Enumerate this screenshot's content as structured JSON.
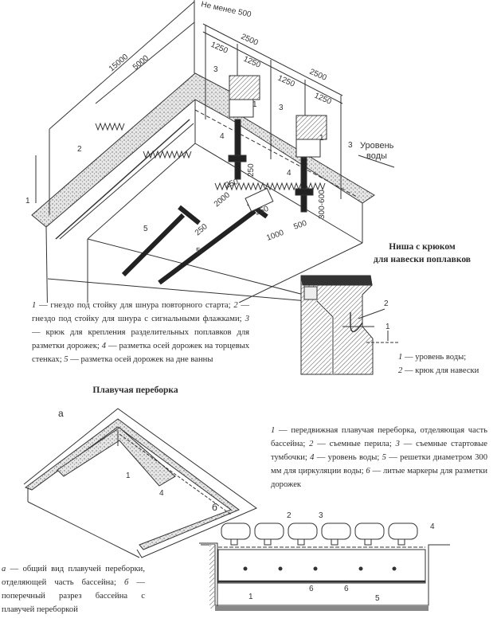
{
  "pool_drawing": {
    "dimensions": [
      "Не менее 500",
      "2500",
      "1250",
      "1250",
      "2500",
      "1250",
      "1250",
      "15000",
      "5000",
      "250",
      "250",
      "2000",
      "250",
      "1000",
      "250",
      "500",
      "300-600"
    ],
    "water_level_label": [
      "Уровень",
      "воды"
    ],
    "callouts": [
      "1",
      "2",
      "3",
      "3",
      "3",
      "4",
      "4",
      "5",
      "5",
      "1",
      "1"
    ]
  },
  "pool_caption": [
    {
      "n": "1",
      "t": " — гнездо под стойку для шнура повторного старта; "
    },
    {
      "n": "2",
      "t": " — гнездо под стойку для шнура с сигнальными флажками; "
    },
    {
      "n": "3",
      "t": " — крюк для крепления разделительных поплавков для разметки дорожек; "
    },
    {
      "n": "4",
      "t": " — разметка осей дорожек на торцевых стенках; "
    },
    {
      "n": "5",
      "t": " — разметка осей дорожек на дне ванны"
    }
  ],
  "niche": {
    "title_1": "Ниша с крюком",
    "title_2": "для навески поплавков",
    "callouts": [
      "2",
      "1"
    ],
    "caption": [
      {
        "n": "1",
        "t": " — уровень воды;"
      },
      {
        "n": "2",
        "t": " — крюк для навески"
      }
    ]
  },
  "partition": {
    "title": "Плавучая переборка",
    "label_a": "а",
    "label_b": "б",
    "a_callouts": [
      "1",
      "4"
    ],
    "b_callouts": [
      "2",
      "3",
      "4",
      "1",
      "6",
      "6",
      "5"
    ],
    "caption_right": [
      {
        "n": "1",
        "t": " — передвижная плавучая переборка, отделяющая часть бассейна; "
      },
      {
        "n": "2",
        "t": " — съемные перила; "
      },
      {
        "n": "3",
        "t": " — съемные стартовые тумбочки; "
      },
      {
        "n": "4",
        "t": " — уровень воды; "
      },
      {
        "n": "5",
        "t": " — решетки диаметром 300 мм для циркуляции воды; "
      },
      {
        "n": "6",
        "t": " — литые маркеры для разметки дорожек"
      }
    ],
    "caption_left": [
      {
        "n": "а",
        "t": " — общий вид плавучей переборки, отделяющей часть бассейна; "
      },
      {
        "n": "б",
        "t": " — поперечный разрез бассейна с плавучей переборкой"
      }
    ]
  }
}
